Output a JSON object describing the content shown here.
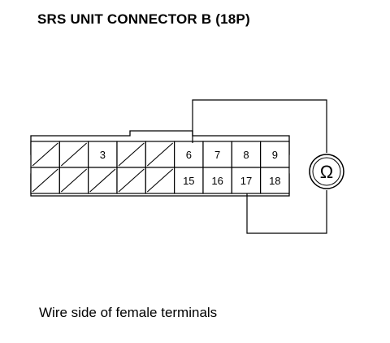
{
  "title": "SRS UNIT CONNECTOR B (18P)",
  "caption": "Wire side of female terminals",
  "connector": {
    "top_row": [
      "",
      "",
      "3",
      "",
      "",
      "6",
      "7",
      "8",
      "9"
    ],
    "bottom_row": [
      "",
      "",
      "",
      "",
      "",
      "15",
      "16",
      "17",
      "18"
    ],
    "hatched_top": [
      0,
      1,
      3,
      4
    ],
    "hatched_bottom": [
      0,
      1,
      2,
      3,
      4
    ]
  },
  "meter": {
    "symbol": "Ω",
    "name": "ohmmeter"
  }
}
